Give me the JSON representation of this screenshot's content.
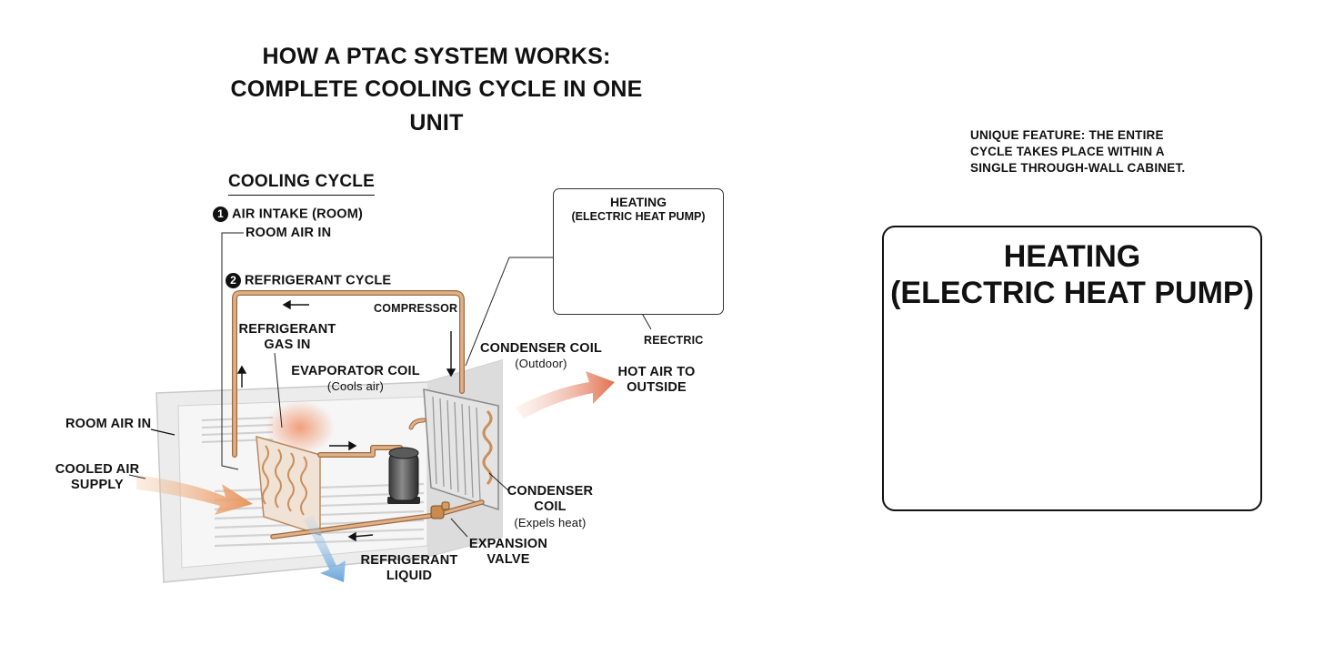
{
  "title": {
    "line1": "HOW A PTAC SYSTEM WORKS:",
    "line2": "COMPLETE COOLING CYCLE IN ONE UNIT"
  },
  "cooling_cycle": {
    "heading": "COOLING CYCLE",
    "step1": {
      "num": "1",
      "label": "AIR INTAKE (ROOM)",
      "sub": "ROOM AIR IN"
    },
    "step2": {
      "num": "2",
      "label": "REFRIGERANT CYCLE"
    }
  },
  "labels": {
    "compressor": "COMPRESSOR",
    "refrigerant_gas_in_1": "REFRIGERANT",
    "refrigerant_gas_in_2": "GAS IN",
    "evaporator_coil": "EVAPORATOR COIL",
    "evaporator_sub": "(Cools air)",
    "condenser_coil_top": "CONDENSER COIL",
    "condenser_top_sub": "(Outdoor)",
    "hot_air_1": "HOT AIR TO",
    "hot_air_2": "OUTSIDE",
    "room_air_in": "ROOM AIR IN",
    "cooled_air_1": "COOLED AIR",
    "cooled_air_2": "SUPPLY",
    "condenser_coil_1": "CONDENSER",
    "condenser_coil_2": "COIL",
    "condenser_coil_sub": "(Expels heat)",
    "expansion_1": "EXPANSION",
    "expansion_2": "VALVE",
    "refrigerant_liquid_1": "REFRIGERANT",
    "refrigerant_liquid_2": "LIQUID",
    "reectric": "REECTRIC"
  },
  "inset_small": {
    "line1": "HEATING",
    "line2": "(ELECTRIC HEAT PUMP)"
  },
  "unique_feature": "UNIQUE FEATURE: THE ENTIRE CYCLE TAKES PLACE WITHIN A SINGLE THROUGH-WALL CABINET.",
  "inset_large": {
    "line1": "HEATING",
    "line2": "(ELECTRIC HEAT PUMP)"
  },
  "colors": {
    "pipe": "#d9a472",
    "pipe_dark": "#9a6a3f",
    "hot_arrow": "#e07a5a",
    "cool_arrow": "#7fb3df",
    "heater": "#d96c4a",
    "cabinet": "#f3f3f3"
  }
}
